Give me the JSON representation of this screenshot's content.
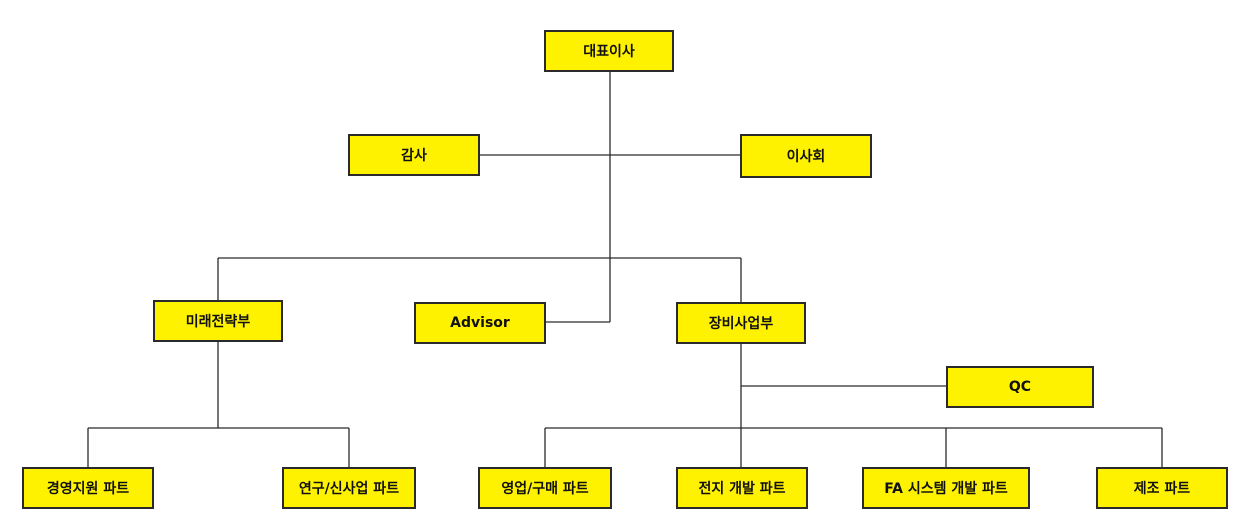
{
  "org_chart": {
    "ceo": "대표이사",
    "audit": "감사",
    "board": "이사회",
    "future_strategy": "미래전략부",
    "advisor": "Advisor",
    "equipment_business": "장비사업부",
    "qc": "QC",
    "management_support": "경영지원 파트",
    "rnd_new_business": "연구/신사업 파트",
    "sales_purchasing": "영업/구매 파트",
    "battery_dev": "전지 개발 파트",
    "fa_system_dev": "FA 시스템 개발 파트",
    "manufacturing": "제조 파트"
  },
  "colors": {
    "box_fill": "#fff200",
    "box_border": "#2a2a2a",
    "connector": "#2b2b2b"
  }
}
